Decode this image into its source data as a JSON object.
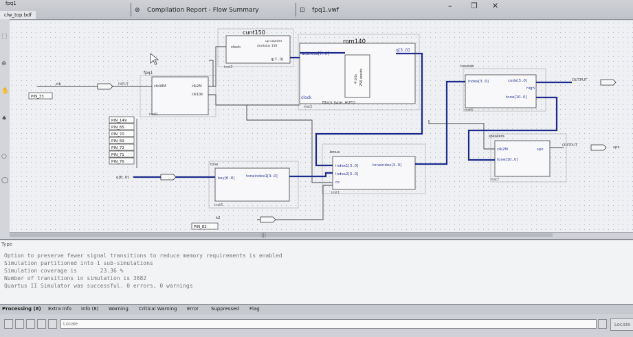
{
  "window": {
    "top_left_tab": "fpq1",
    "left_tab": "clw_top.bdf",
    "tab_compilation": "Compilation Report - Flow Summary",
    "tab_vwf": "fpq1.vwf"
  },
  "schematic": {
    "blocks": {
      "cunt150": {
        "title": "cunt150",
        "port_clock": "clock",
        "desc1": "up counter",
        "desc2": "modulus 150",
        "port_q": "q[7..0]",
        "inst": "inst3"
      },
      "rom140": {
        "title": "rom140",
        "port_address": "address[7..0]",
        "port_q": "q[3..0]",
        "port_clock": "clock",
        "mem1": "4 bits",
        "mem2": "256 words",
        "block_type": "Block type: AUTO",
        "inst": "inst2"
      },
      "fpq1": {
        "title": "fpq1",
        "port_clk": "clk48M",
        "port_clk2m": "clk2M",
        "port_clk10k": "clk10k",
        "inst": "inst0"
      },
      "tonetab": {
        "title": "tonetab",
        "port_index": "index[3..0]",
        "port_code": "code[3..0]",
        "port_high": "high",
        "port_tone": "tone[10..0]",
        "inst": "inst6"
      },
      "speakera": {
        "title": "speakera",
        "port_clk": "clk2M",
        "port_tone": "tone[10..0]",
        "port_spk": "spk",
        "inst": "inst7"
      },
      "bmux": {
        "title": "bmux",
        "port_index1": "index1[3..0]",
        "port_index2": "index2[3..0]",
        "port_cs": "cs",
        "port_out": "toneindex[3..0]",
        "inst": "inst1"
      },
      "tone": {
        "title": "tone",
        "port_key": "key[6..0]",
        "port_out": "toneindex1[3..0]",
        "inst": "inst5"
      }
    },
    "pins": {
      "clk_label": "clk",
      "clk_input": "INPUT",
      "pin33": "PIN_33",
      "pin_list": [
        "PIN_149",
        "PIN_65",
        "PIN_70",
        "PIN_69",
        "PIN_72",
        "PIN_71",
        "PIN_76"
      ],
      "q_input": "q[6..0]",
      "k2_input": "k2",
      "pin82": "PIN_82",
      "out1": "OUTPUT",
      "out2": "OUTPUT",
      "spk_label": "spk"
    }
  },
  "messages": {
    "title": "Type",
    "lines": [
      "Option to preserve fewer signal transitions to reduce memory requirements is enabled",
      "Simulation partitioned into 1 sub-simulations",
      "Simulation coverage is       23.36 %",
      "Number of transitions in simulation is 3682",
      "Quartus II Simulator was successful. 0 errors, 0 warnings"
    ]
  },
  "bottom_tabs": [
    "Processing (8)",
    "Extra Info",
    "Info (8)",
    "Warning",
    "Critical Warning",
    "Error",
    "Suppressed",
    "Flag"
  ],
  "search": {
    "placeholder": "Locate",
    "find_label": "Locate"
  }
}
